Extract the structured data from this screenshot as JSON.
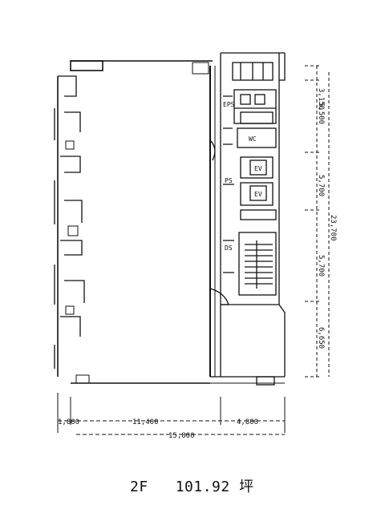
{
  "floor_plan": {
    "floor_label": "2F",
    "area_value": "101.92",
    "area_unit": "坪",
    "dimensions": {
      "right_top": "3,150",
      "right_upper": "5,500",
      "right_mid": "5,700",
      "right_lower": "5,700",
      "right_bottom": "6,650",
      "right_total": "23,700",
      "bottom_left_small": "1,800",
      "bottom_main": "11,400",
      "bottom_right": "4,800",
      "bottom_total": "15,800"
    },
    "rooms": {
      "ev1": "EV",
      "ev2": "EV",
      "ps": "PS",
      "eps": "EPS",
      "wc_label": "WC",
      "stair_label": "DS"
    }
  }
}
